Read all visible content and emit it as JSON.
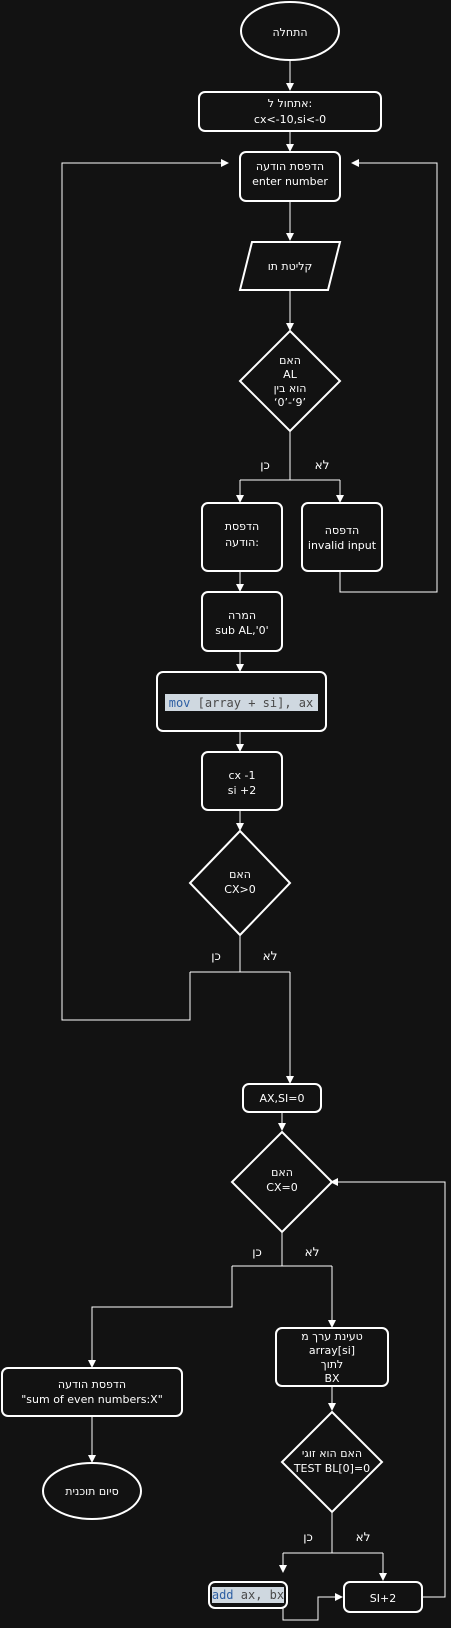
{
  "flowchart": {
    "start": "התחלה",
    "init": [
      "אתחול ל:",
      "cx<-10,si<-0"
    ],
    "print_prompt": [
      "הדפסת הודעה",
      "enter number"
    ],
    "read_input": "קליטת תו",
    "check_digit": [
      "האם",
      "AL",
      "הוא בין",
      "‘0’-‘9’"
    ],
    "print_msg": [
      "הדפסת",
      "הודעה:"
    ],
    "print_invalid": [
      "הדפסה",
      "invalid input"
    ],
    "convert": [
      "המרה",
      "sub AL,'0'"
    ],
    "store_code": {
      "keyword": "mov",
      "rest": " [array + si], ax"
    },
    "update_counters": [
      "cx -1",
      "si +2"
    ],
    "check_cx_positive": [
      "האם",
      "CX>0"
    ],
    "reset": "AX,SI=0",
    "check_cx_zero": [
      "האם",
      "CX=0"
    ],
    "load_value": [
      "טעינת ערך מ",
      "array[si]",
      "לתוך",
      "BX"
    ],
    "print_sum": [
      "הדפסת הודעה",
      "\"sum of even numbers:X\""
    ],
    "end": "סיום תוכנית",
    "check_even": [
      "האם הוא זוגי",
      "TEST BL[0]=0"
    ],
    "add_code": {
      "keyword": "add",
      "rest": " ax, bx"
    },
    "increment_si": "SI+2",
    "yes": "כן",
    "no": "לא"
  }
}
